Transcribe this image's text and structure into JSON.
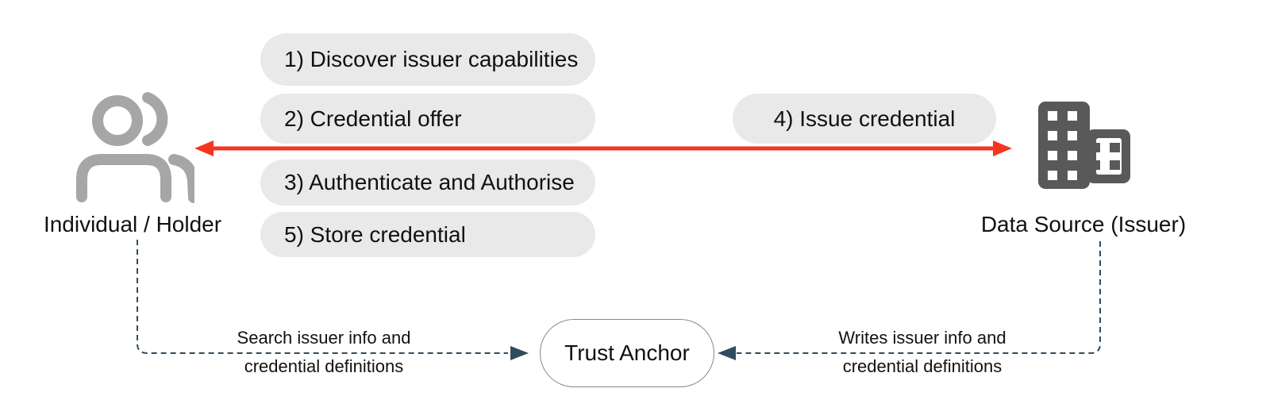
{
  "diagram": {
    "actors": {
      "holder": {
        "label": "Individual / Holder"
      },
      "issuer": {
        "label": "Data Source (Issuer)"
      }
    },
    "steps": [
      {
        "label": "1) Discover issuer capabilities"
      },
      {
        "label": "2) Credential offer"
      },
      {
        "label": "3) Authenticate and Authorise"
      },
      {
        "label": "4) Issue credential"
      },
      {
        "label": "5) Store credential"
      }
    ],
    "trust_anchor": {
      "label": "Trust Anchor"
    },
    "connections": {
      "holder_to_anchor": {
        "line1": "Search issuer info and",
        "line2": "credential definitions"
      },
      "issuer_to_anchor": {
        "line1": "Writes issuer info and",
        "line2": "credential definitions"
      }
    },
    "colors": {
      "pill_bg": "#e9e9e9",
      "arrow_red": "#f43520",
      "dashed_line": "#2f4c5d",
      "person_icon": "#a6a6a6",
      "building_icon": "#595959",
      "anchor_border": "#85898f",
      "text": "#111111"
    }
  }
}
